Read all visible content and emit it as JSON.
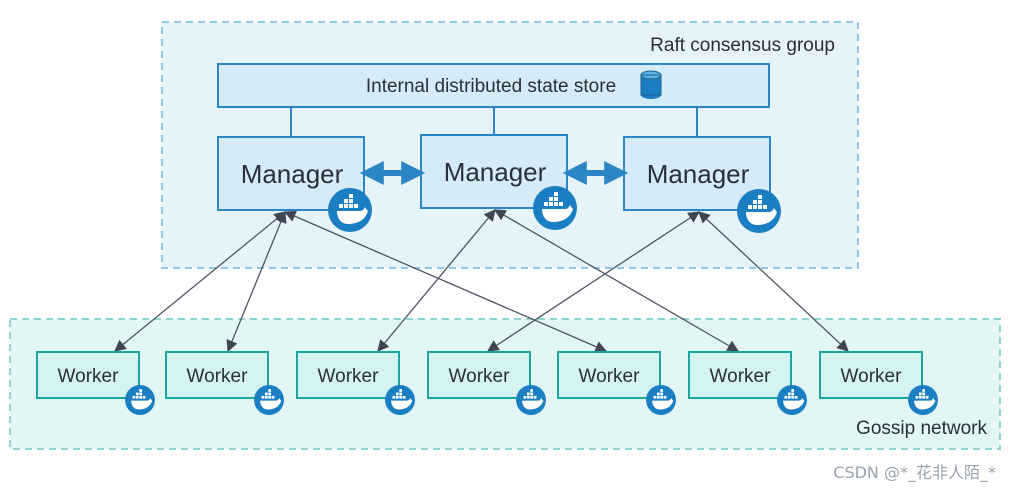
{
  "groups": {
    "raft_label": "Raft consensus group",
    "gossip_label": "Gossip network"
  },
  "store": {
    "label": "Internal distributed state store",
    "icon": "database-icon"
  },
  "managers": [
    {
      "label": "Manager",
      "icon": "docker-whale-icon"
    },
    {
      "label": "Manager",
      "icon": "docker-whale-icon"
    },
    {
      "label": "Manager",
      "icon": "docker-whale-icon"
    }
  ],
  "workers": [
    {
      "label": "Worker",
      "icon": "docker-whale-icon"
    },
    {
      "label": "Worker",
      "icon": "docker-whale-icon"
    },
    {
      "label": "Worker",
      "icon": "docker-whale-icon"
    },
    {
      "label": "Worker",
      "icon": "docker-whale-icon"
    },
    {
      "label": "Worker",
      "icon": "docker-whale-icon"
    },
    {
      "label": "Worker",
      "icon": "docker-whale-icon"
    },
    {
      "label": "Worker",
      "icon": "docker-whale-icon"
    }
  ],
  "connections": [
    {
      "worker": 0,
      "manager": 0
    },
    {
      "worker": 1,
      "manager": 0
    },
    {
      "worker": 4,
      "manager": 0
    },
    {
      "worker": 2,
      "manager": 1
    },
    {
      "worker": 5,
      "manager": 1
    },
    {
      "worker": 3,
      "manager": 2
    },
    {
      "worker": 6,
      "manager": 2
    }
  ],
  "watermark": "CSDN @*_花非人陌_*",
  "colors": {
    "raft_bg": "#e6f3fb",
    "raft_border": "#8fc9e4",
    "gossip_bg": "#e2f6f6",
    "gossip_border": "#8fd3d3",
    "manager_fill": "#d5ecf8",
    "manager_border": "#2b86c5",
    "worker_fill": "#d4f3f1",
    "worker_border": "#1aa5a0",
    "docker_blue": "#1a7ec2",
    "arrow": "#4d5563",
    "link": "#2b86c5"
  }
}
